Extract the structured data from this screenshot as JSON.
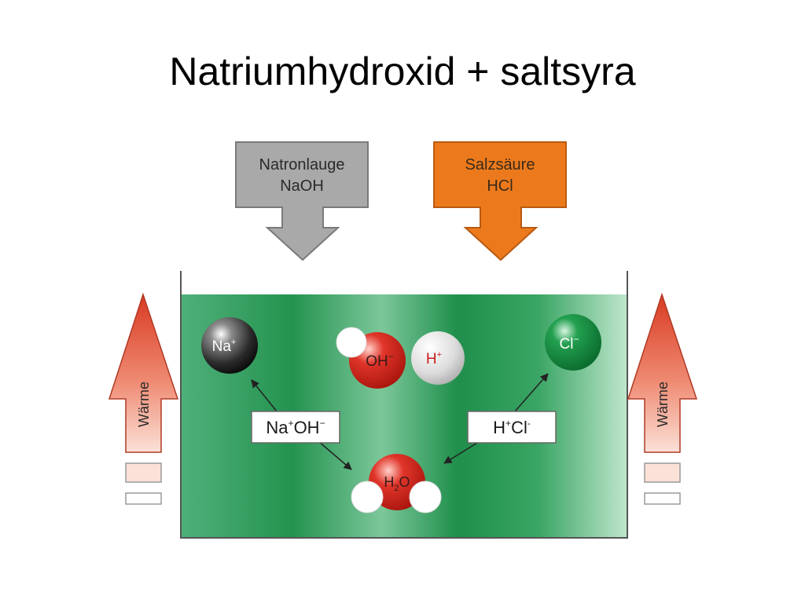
{
  "slide": {
    "title": "Natriumhydroxid + saltsyra"
  },
  "inputs": {
    "left": {
      "line1": "Natronlauge",
      "line2": "NaOH",
      "color": "#a9a9a9"
    },
    "right": {
      "line1": "Salzsäure",
      "line2": "HCl",
      "color": "#ec7a1c"
    }
  },
  "heat": {
    "left_label": "Wärme",
    "right_label": "Wärme",
    "color": "#e24a33"
  },
  "beaker": {
    "liquid_color": "#2e9a5a"
  },
  "ions": {
    "na": {
      "base": "Na",
      "sup": "+"
    },
    "oh": {
      "base": "OH",
      "sup": "−"
    },
    "h": {
      "base": "H",
      "sup": "+"
    },
    "cl": {
      "base": "Cl",
      "sup": "−"
    },
    "water": {
      "h": "H",
      "sub": "2",
      "o": "O"
    }
  },
  "reactants": {
    "naoh": {
      "a": "Na",
      "a_sup": "+",
      "b": "OH",
      "b_sup": "−"
    },
    "hcl": {
      "a": "H",
      "a_sup": "+",
      "b": "Cl",
      "b_sup": "-"
    }
  }
}
